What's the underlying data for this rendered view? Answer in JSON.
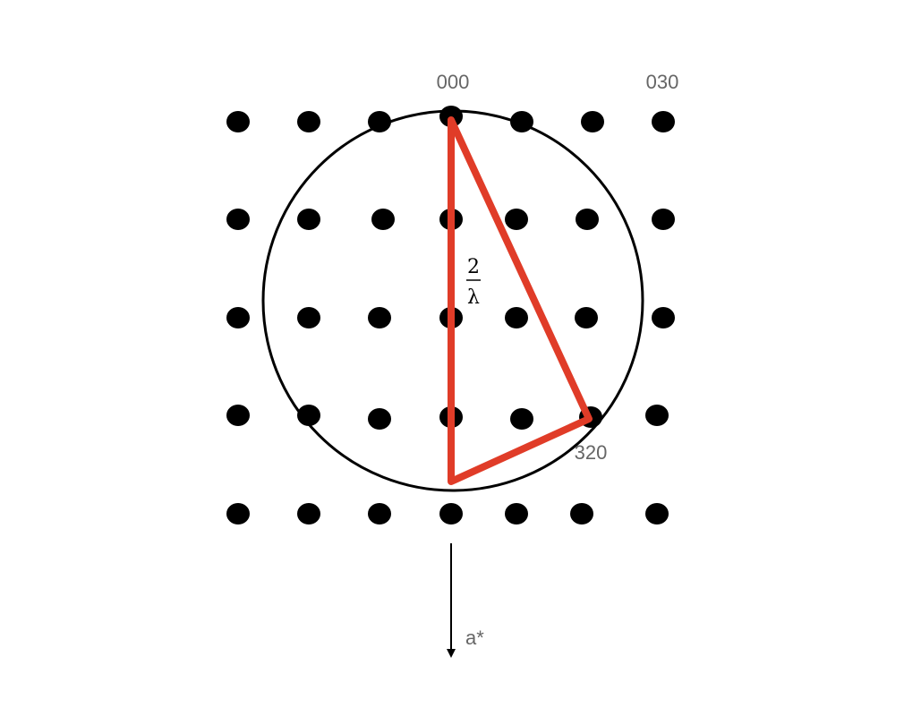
{
  "colors": {
    "background": "#ffffff",
    "lattice_point": "#000000",
    "circle": "#000000",
    "triangle": "#e03c28",
    "label_text": "#666666",
    "axis": "#000000"
  },
  "labels": {
    "origin_point": "000",
    "point_030": "030",
    "point_320": "320",
    "diameter_numerator": "2",
    "diameter_denominator": "λ",
    "axis": "a*"
  },
  "lattice": {
    "rows": 5,
    "columns": 7
  }
}
